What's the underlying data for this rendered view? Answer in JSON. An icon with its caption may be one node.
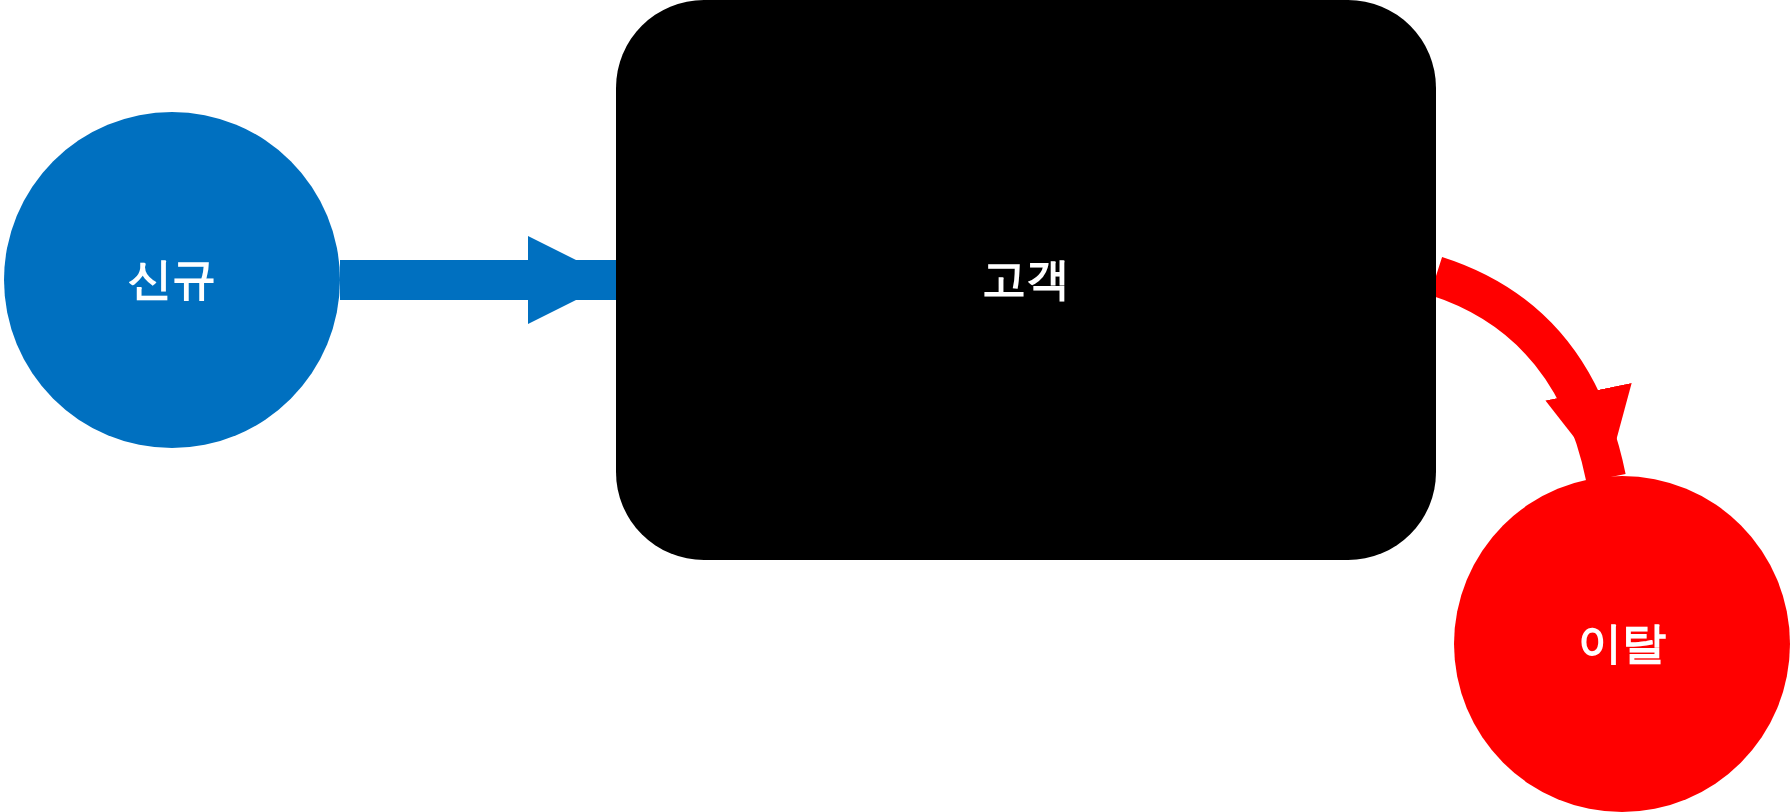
{
  "diagram": {
    "nodes": [
      {
        "text": [
          "신규"
        ]
      },
      {
        "text": [
          "고객"
        ]
      },
      {
        "text": [
          "이탈"
        ]
      }
    ],
    "edges": [
      {
        "from": 0,
        "to": 1,
        "arrow": "to",
        "color": "#0070c0"
      },
      {
        "from": 1,
        "to": 2,
        "arrow": "to",
        "color": "#ff0000"
      }
    ]
  }
}
